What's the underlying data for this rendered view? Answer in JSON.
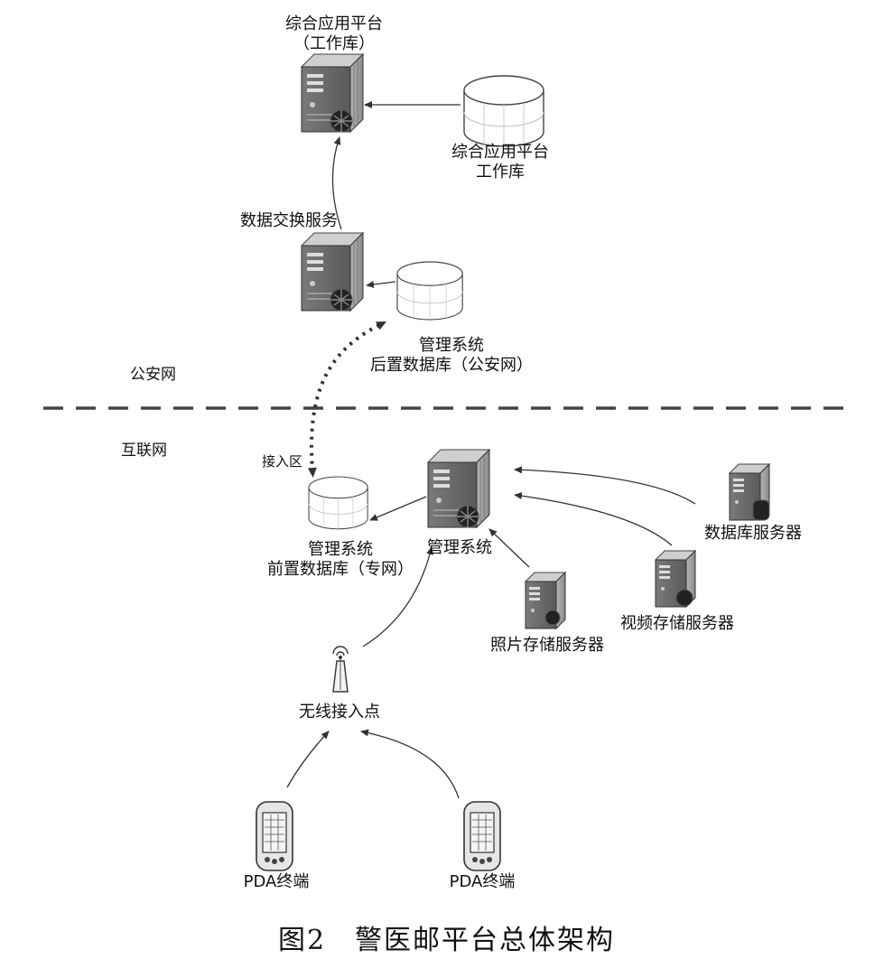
{
  "zones": {
    "top": "公安网",
    "bottom": "互联网"
  },
  "nodes": {
    "platform_server": {
      "line1": "综合应用平台",
      "line2": "（工作库）"
    },
    "platform_db": {
      "line1": "综合应用平台",
      "line2": "工作库"
    },
    "exchange_server": {
      "label": "数据交换服务"
    },
    "rear_db": {
      "line1": "管理系统",
      "line2": "后置数据库（公安网）"
    },
    "access_zone": {
      "label": "接入区"
    },
    "front_db": {
      "line1": "管理系统",
      "line2": "前置数据库（专网）"
    },
    "mgmt_server": {
      "label": "管理系统"
    },
    "db_server": {
      "label": "数据库服务器"
    },
    "video_server": {
      "label": "视频存储服务器"
    },
    "photo_server": {
      "label": "照片存储服务器"
    },
    "wireless_ap": {
      "label": "无线接入点"
    },
    "pda1": {
      "label": "PDA终端"
    },
    "pda2": {
      "label": "PDA终端"
    }
  },
  "caption": "图2　警医邮平台总体架构"
}
